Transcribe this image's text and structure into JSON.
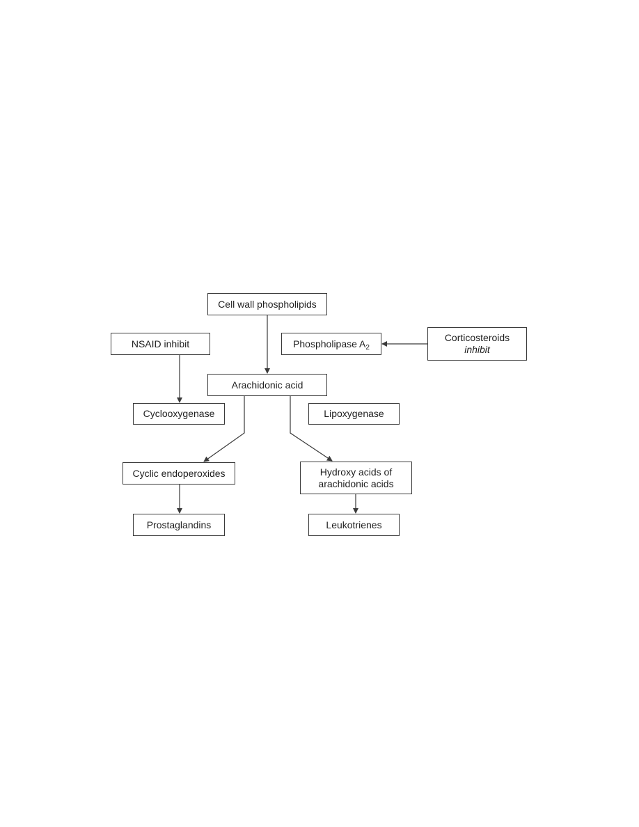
{
  "diagram": {
    "nodes": {
      "cell_wall": "Cell wall phospholipids",
      "nsaid": "NSAID inhibit",
      "phospholipase": {
        "text": "Phospholipase A",
        "subscript": "2"
      },
      "corticosteroids": {
        "line1": "Corticosteroids",
        "line2": "inhibit"
      },
      "arachidonic": "Arachidonic acid",
      "cyclooxygenase": "Cyclooxygenase",
      "lipoxygenase": "Lipoxygenase",
      "cyclic": "Cyclic endoperoxides",
      "hydroxy": {
        "line1": "Hydroxy acids of",
        "line2": "arachidonic acids"
      },
      "prostaglandins": "Prostaglandins",
      "leukotrienes": "Leukotrienes"
    },
    "edges": [
      {
        "from": "Cell wall phospholipids",
        "to": "Arachidonic acid"
      },
      {
        "from": "Corticosteroids inhibit",
        "to": "Phospholipase A2"
      },
      {
        "from": "NSAID inhibit",
        "to": "Cyclooxygenase"
      },
      {
        "from": "Arachidonic acid",
        "to": "Cyclic endoperoxides"
      },
      {
        "from": "Arachidonic acid",
        "to": "Hydroxy acids of arachidonic acids"
      },
      {
        "from": "Cyclic endoperoxides",
        "to": "Prostaglandins"
      },
      {
        "from": "Hydroxy acids of arachidonic acids",
        "to": "Leukotrienes"
      }
    ],
    "colors": {
      "line": "#3a3a3a",
      "border": "#3a3a3a",
      "text": "#1f1f1f",
      "background": "#ffffff"
    }
  }
}
